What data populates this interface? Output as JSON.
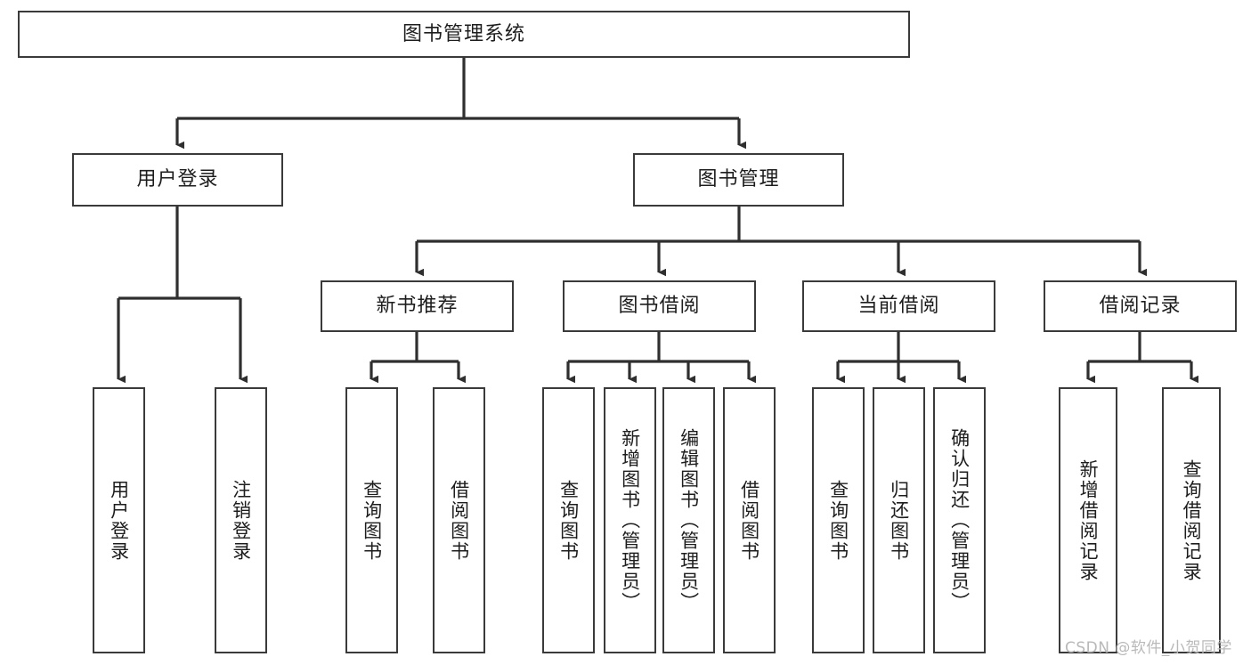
{
  "diagram": {
    "type": "hierarchy-tree",
    "title": "图书管理系统",
    "orientation": "top-down",
    "edge_color": "#3a3a3a",
    "box_border_color": "#3a3a3a",
    "box_fill_color": "#ffffff",
    "text_color": "#1d1d1d"
  },
  "root": {
    "label": "图书管理系统"
  },
  "level2": [
    {
      "label": "用户登录"
    },
    {
      "label": "图书管理"
    }
  ],
  "level3": [
    {
      "label": "新书推荐"
    },
    {
      "label": "图书借阅"
    },
    {
      "label": "当前借阅"
    },
    {
      "label": "借阅记录"
    }
  ],
  "leaves": {
    "user_login": [
      {
        "label": "用户登录"
      },
      {
        "label": "注销登录"
      }
    ],
    "new_book_recommend": [
      {
        "label": "查询图书"
      },
      {
        "label": "借阅图书"
      }
    ],
    "book_borrow": [
      {
        "label": "查询图书"
      },
      {
        "label": "新增图书（管理员）"
      },
      {
        "label": "编辑图书（管理员）"
      },
      {
        "label": "借阅图书"
      }
    ],
    "current_borrow": [
      {
        "label": "查询图书"
      },
      {
        "label": "归还图书"
      },
      {
        "label": "确认归还（管理员）"
      }
    ],
    "borrow_record": [
      {
        "label": "新增借阅记录"
      },
      {
        "label": "查询借阅记录"
      }
    ]
  },
  "watermark": {
    "text": "CSDN @软件_小贺同学"
  }
}
